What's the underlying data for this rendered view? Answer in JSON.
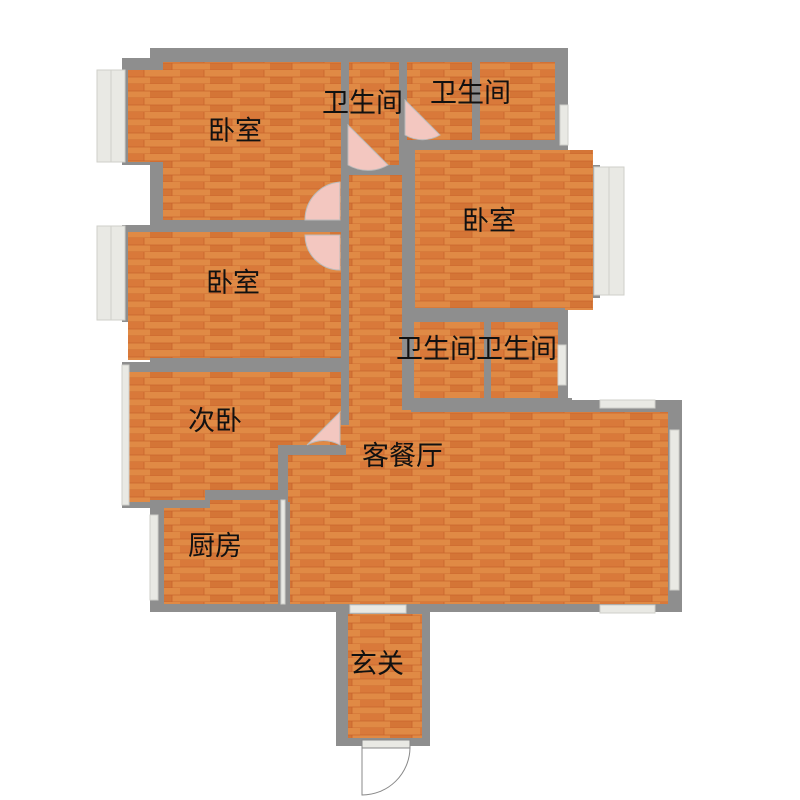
{
  "colors": {
    "wood_light": "#e08a45",
    "wood_dark": "#c8642c",
    "wall": "#8e8e8e",
    "window_frame": "#e9e9e4",
    "door_swing": "#f3c7c0",
    "label": "#111111"
  },
  "rooms": {
    "bedroom_top_left": "卧室",
    "bathroom_top_center": "卫生间",
    "bathroom_top_right": "卫生间",
    "bedroom_right": "卧室",
    "bedroom_middle_left": "卧室",
    "bathroom_middle_left": "卫生间",
    "bathroom_middle_right": "卫生间",
    "second_bedroom": "次卧",
    "living_dining": "客餐厅",
    "kitchen": "厨房",
    "entrance": "玄关"
  }
}
